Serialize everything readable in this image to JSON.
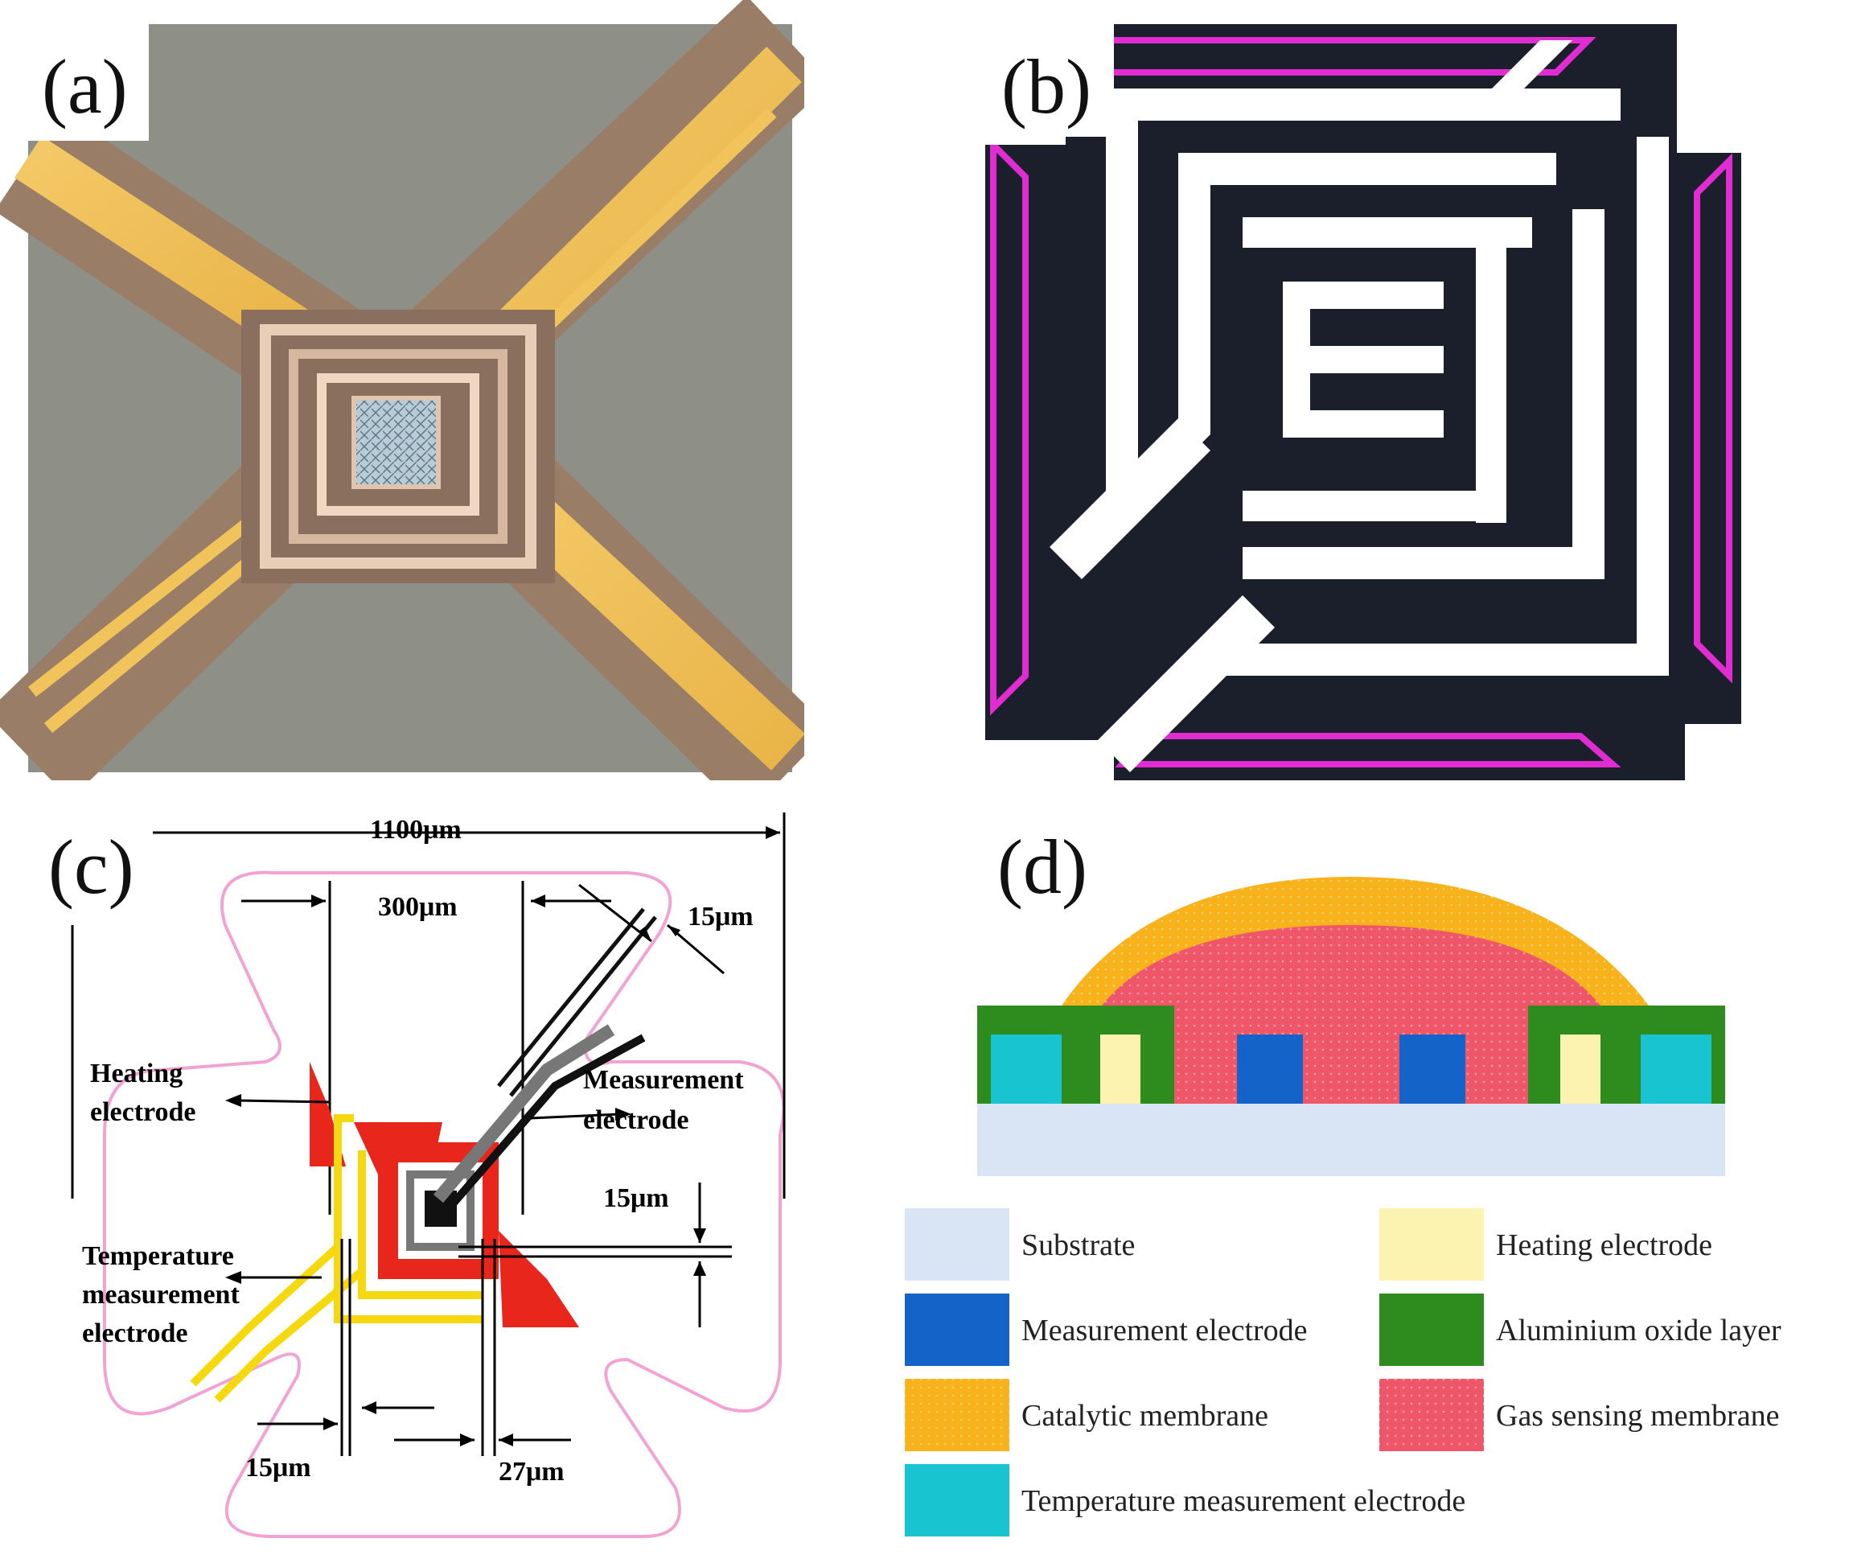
{
  "panels": {
    "a": {
      "label": "(a)"
    },
    "b": {
      "label": "(b)"
    },
    "c": {
      "label": "(c)",
      "dimensions": {
        "total_width": "1100μm",
        "center_width": "300μm",
        "lead_gap_top": "15μm",
        "vertical_gap": "15μm",
        "bottom_left": "15μm",
        "bottom_right": "27μm"
      },
      "annotations": {
        "heating": [
          "Heating",
          "electrode"
        ],
        "measurement": [
          "Measurement",
          "electrode"
        ],
        "temperature": [
          "Temperature",
          "measurement",
          "electrode"
        ]
      }
    },
    "d": {
      "label": "(d)",
      "legend": [
        {
          "label": "Substrate",
          "color": "#d9e4f5"
        },
        {
          "label": "Heating electrode",
          "color": "#fdf3b0"
        },
        {
          "label": "Measurement electrode",
          "color": "#1463c8"
        },
        {
          "label": "Aluminium oxide layer",
          "color": "#2e8b1e"
        },
        {
          "label": "Catalytic membrane",
          "color": "#f7b21c"
        },
        {
          "label": "Gas sensing membrane",
          "color": "#f0566a"
        },
        {
          "label": "Temperature measurement electrode",
          "color": "#18c4cf"
        }
      ]
    }
  }
}
